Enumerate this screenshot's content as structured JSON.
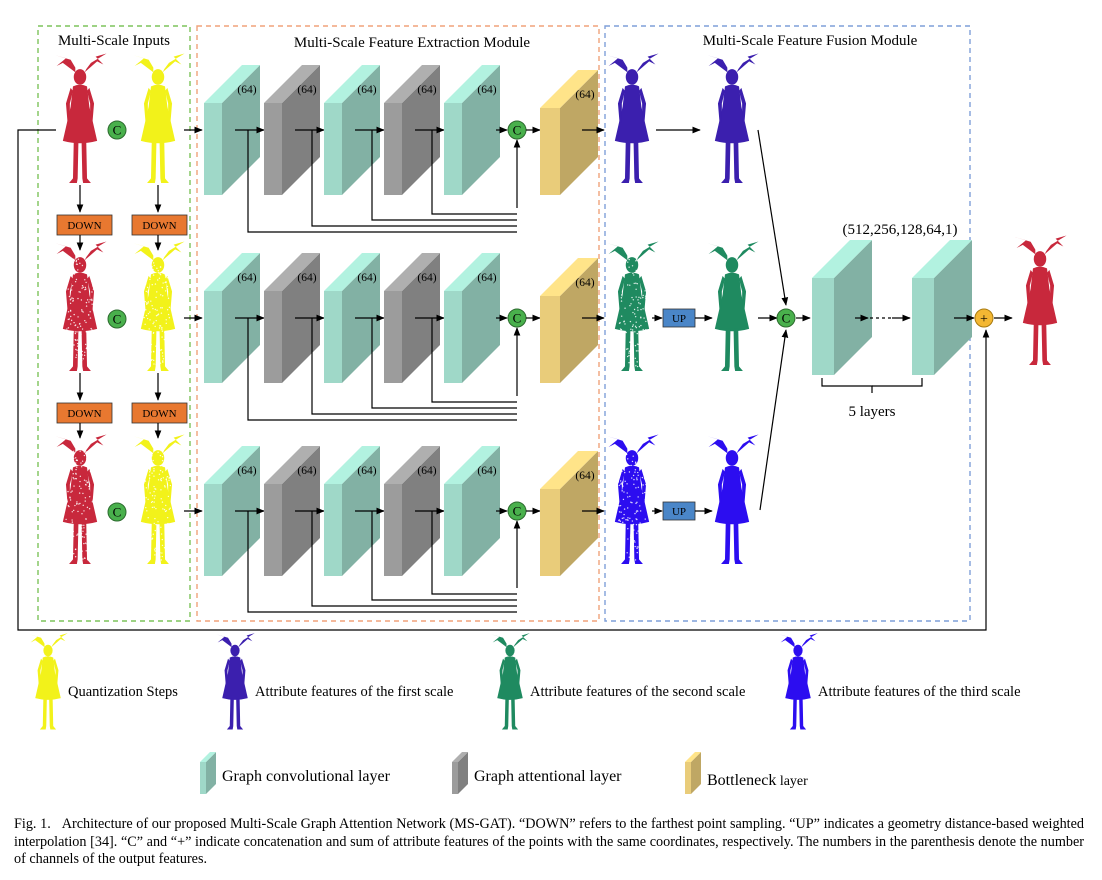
{
  "sections": {
    "inputs": "Multi-Scale Inputs",
    "extraction": "Multi-Scale Feature Extraction Module",
    "fusion": "Multi-Scale Feature Fusion Module"
  },
  "labels": {
    "down": "DOWN",
    "up": "UP",
    "concat": "C",
    "sum": "+",
    "channels": "(64)",
    "fusion_channels": "(512,256,128,64,1)",
    "fusion_layers": "5 layers"
  },
  "legend": {
    "quantization": "Quantization Steps",
    "first_scale": "Attribute features of the first scale",
    "second_scale": "Attribute features of the second scale",
    "third_scale": "Attribute features of the third scale",
    "gcn": "Graph convolutional layer",
    "gat": "Graph attentional layer",
    "bottleneck_word": "Bottleneck",
    "bottleneck_suffix": " layer"
  },
  "caption": {
    "lead": "Fig. 1.",
    "body": "Architecture of our proposed Multi-Scale Graph Attention Network (MS-GAT). “DOWN” refers to the farthest point sampling. “UP” indicates a geometry distance-based weighted interpolation [34]. “C” and “+” indicate concatenation and sum of attribute features of the points with the same coordinates, respectively. The numbers in the parenthesis denote the number of channels of the output features."
  },
  "colors": {
    "inputs_border": "#7dc35b",
    "extraction_border": "#f0a27a",
    "fusion_border": "#7f9fd8",
    "gcn": "#9fd8c8",
    "gat": "#9c9c9c",
    "bottleneck": "#e9cc7a",
    "down_box": "#e87830",
    "up_box": "#4a86c8",
    "concat_node": "#49b04c",
    "sum_node": "#f3b733",
    "quantization": "#f2f21a",
    "first_scale": "#3b1fae",
    "second_scale": "#1f8a60",
    "third_scale": "#2c0df0",
    "dress": "#c8283c"
  }
}
